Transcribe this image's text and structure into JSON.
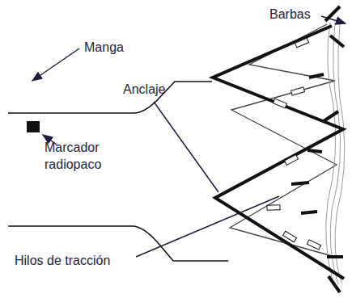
{
  "diagram": {
    "labels": [
      "Barbas",
      "Manga",
      "Anclaje",
      "Marcador radiopaco",
      "Hilos de tracción"
    ]
  }
}
